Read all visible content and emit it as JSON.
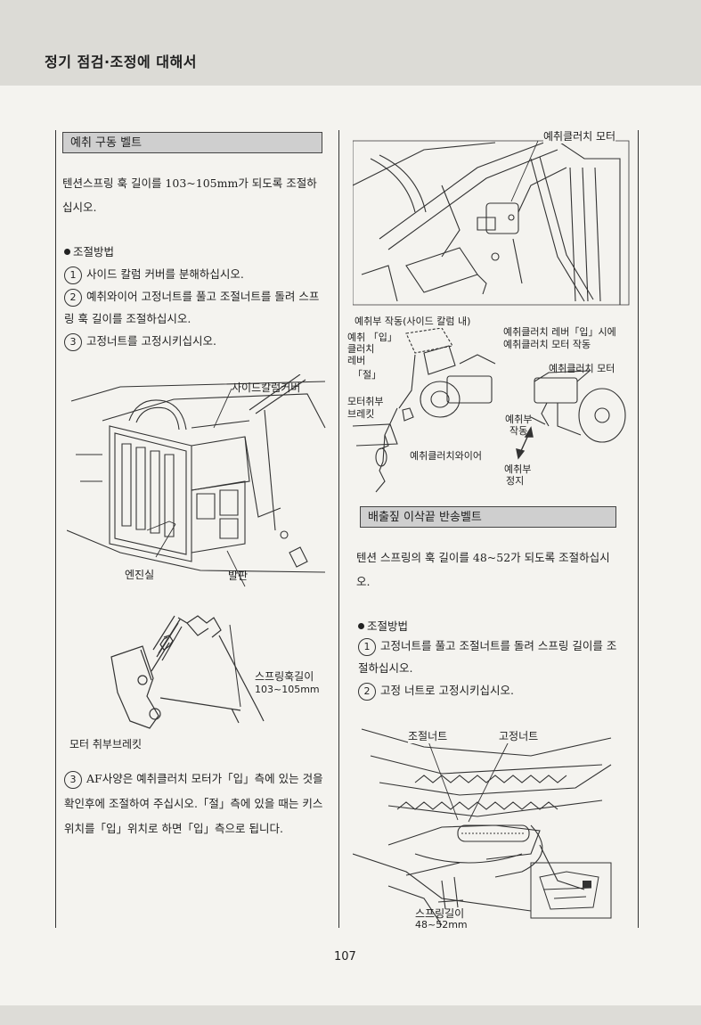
{
  "header": {
    "title": "정기 점검·조정에 대해서"
  },
  "left": {
    "section_title": "예취 구동 벨트",
    "intro": "텐션스프링 훅 길이를 103~105mm가 되도록 조절하십시오.",
    "method_label": "조절방법",
    "steps": [
      {
        "num": "1",
        "text": "사이드 칼럼 커버를 분해하십시오."
      },
      {
        "num": "2",
        "text": "예취와이어 고정너트를 풀고 조절너트를 돌려 스프링 훅 길이를 조절하십시오."
      },
      {
        "num": "3",
        "text": "고정너트를 고정시키십시오."
      }
    ],
    "fig1": {
      "side_cover": "사이드칼럼커버",
      "engine_room": "엔진실",
      "footboard": "발판"
    },
    "fig2": {
      "spring_label": "스프링훅길이",
      "spring_value": "103~105mm",
      "bracket": "모터 취부브레킷"
    },
    "step3_af": {
      "num": "3",
      "text": "AF사양은 예취클러치 모터가「입」측에 있는 것을 확인후에 조절하여 주십시오.「절」측에 있을 때는 키스위치를「입」위치로 하면「입」측으로 됩니다."
    }
  },
  "right": {
    "fig_top": {
      "motor": "예취클러치 모터"
    },
    "fig_mid": {
      "caption": "예취부 작동(사이드 칼럼 내)",
      "lever_line1": "예취 「입」",
      "lever_line2": "클러치",
      "lever_line3": "레버",
      "off_mark": "「절」",
      "bracket1": "모터취부",
      "bracket2": "브레킷",
      "wire": "예취클러치와이어",
      "note1": "예취클러치 레버「입」시에",
      "note2": "예취클러치 모터 작동",
      "motor": "예취클러치 모터",
      "act1": "예취부",
      "act2": "작동",
      "stop1": "예취부",
      "stop2": "정지"
    },
    "section_title": "배출짚 이삭끝 반송벨트",
    "intro": "텐션 스프링의 훅 길이를 48~52가 되도록 조절하십시오.",
    "method_label": "조절방법",
    "steps": [
      {
        "num": "1",
        "text": "고정너트를 풀고 조절너트를 돌려 스프링 길이를 조절하십시오."
      },
      {
        "num": "2",
        "text": "고정 너트로 고정시키십시오."
      }
    ],
    "fig_bottom": {
      "adjust_nut": "조절너트",
      "lock_nut": "고정너트",
      "spring_label": "스프링길이",
      "spring_value": "48~52mm"
    }
  },
  "page_number": "107"
}
